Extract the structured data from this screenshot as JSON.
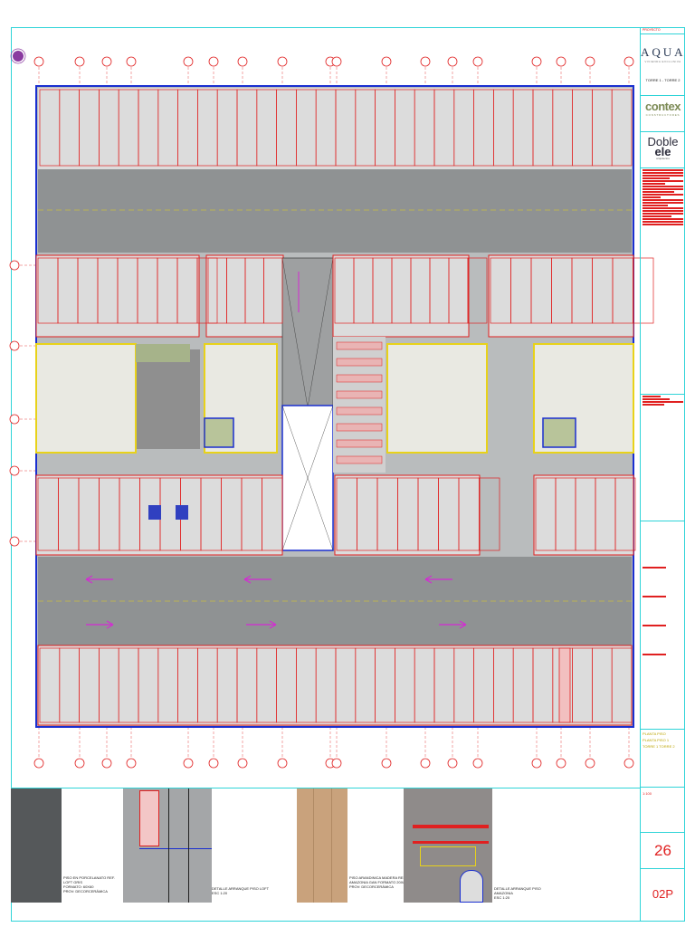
{
  "title_block": {
    "project_label": "PROYECTO",
    "logo_aqua": "AQUA",
    "logo_aqua_sub": "VIVIENDA EXCLUSIVA",
    "tower_label": "TORRE 1 - TORRE 2",
    "logo_contex": "contex",
    "logo_contex_sub": "CONSTRUCTORES",
    "logo_doble_1": "Doble",
    "logo_doble_2": "ele",
    "logo_doble_sub": "arquitectos",
    "plan_title_1": "PLANTA PISO",
    "plan_title_2": "PLANTA PISO 1",
    "plan_title_3": "TORRE 1 TORRE 2",
    "scale": "1:100",
    "sheet_number": "26",
    "sheet_code": "02P"
  },
  "details": [
    {
      "caption_1": "PISO EN PORCELANATO REF. LOFT GRIS",
      "caption_2": "FORMATO: 60X60",
      "caption_3": "PROV: DECORCERÁMICA"
    },
    {
      "caption_1": "DETALLE ARRANQUE PISO LOFT",
      "caption_2": "ESC 1:20"
    },
    {
      "caption_1": "PISO ARANDINICA MADERA REF.",
      "caption_2": "AMAZONIA GAN FORMATO 20X80",
      "caption_3": "PROV: DECORCERÁMICA"
    },
    {
      "caption_1": "DETALLE ARRANQUE PISO AMAZONIA",
      "caption_2": "ESC 1:20"
    }
  ],
  "colors": {
    "parking": "#dcdcdc",
    "road": "#8f9293",
    "redline": "#e02020",
    "yellow": "#e8d21a",
    "blue": "#1a2fd0",
    "cyan": "#2fd4d8",
    "magenta": "#d42ad4"
  }
}
